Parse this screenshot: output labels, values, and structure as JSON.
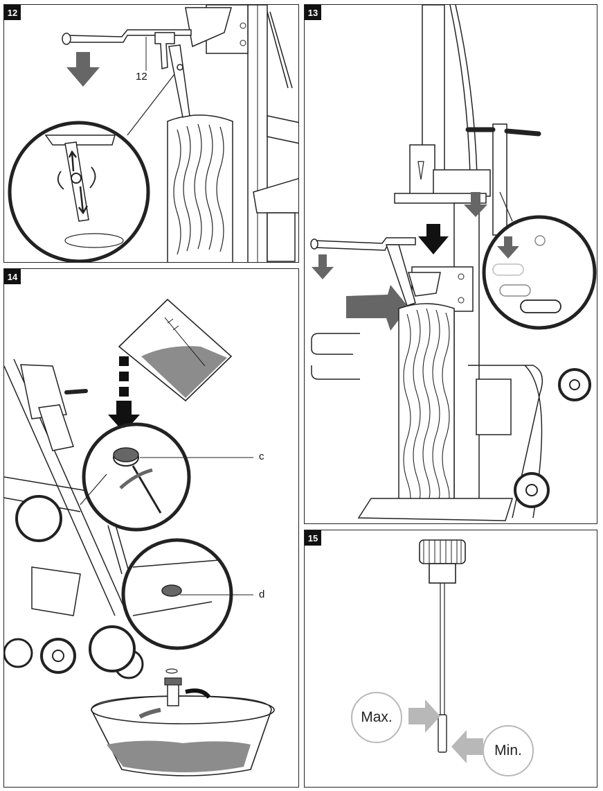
{
  "panels": [
    {
      "number": "12",
      "callouts": [
        "12"
      ]
    },
    {
      "number": "13",
      "callouts": []
    },
    {
      "number": "14",
      "callouts": [
        "c",
        "d"
      ]
    },
    {
      "number": "15",
      "callouts": [
        "Max.",
        "Min."
      ]
    }
  ],
  "colors": {
    "line": "#222222",
    "arrow_dark": "#666666",
    "arrow_light": "#b8b8b8",
    "oil": "#8c8c8c"
  }
}
